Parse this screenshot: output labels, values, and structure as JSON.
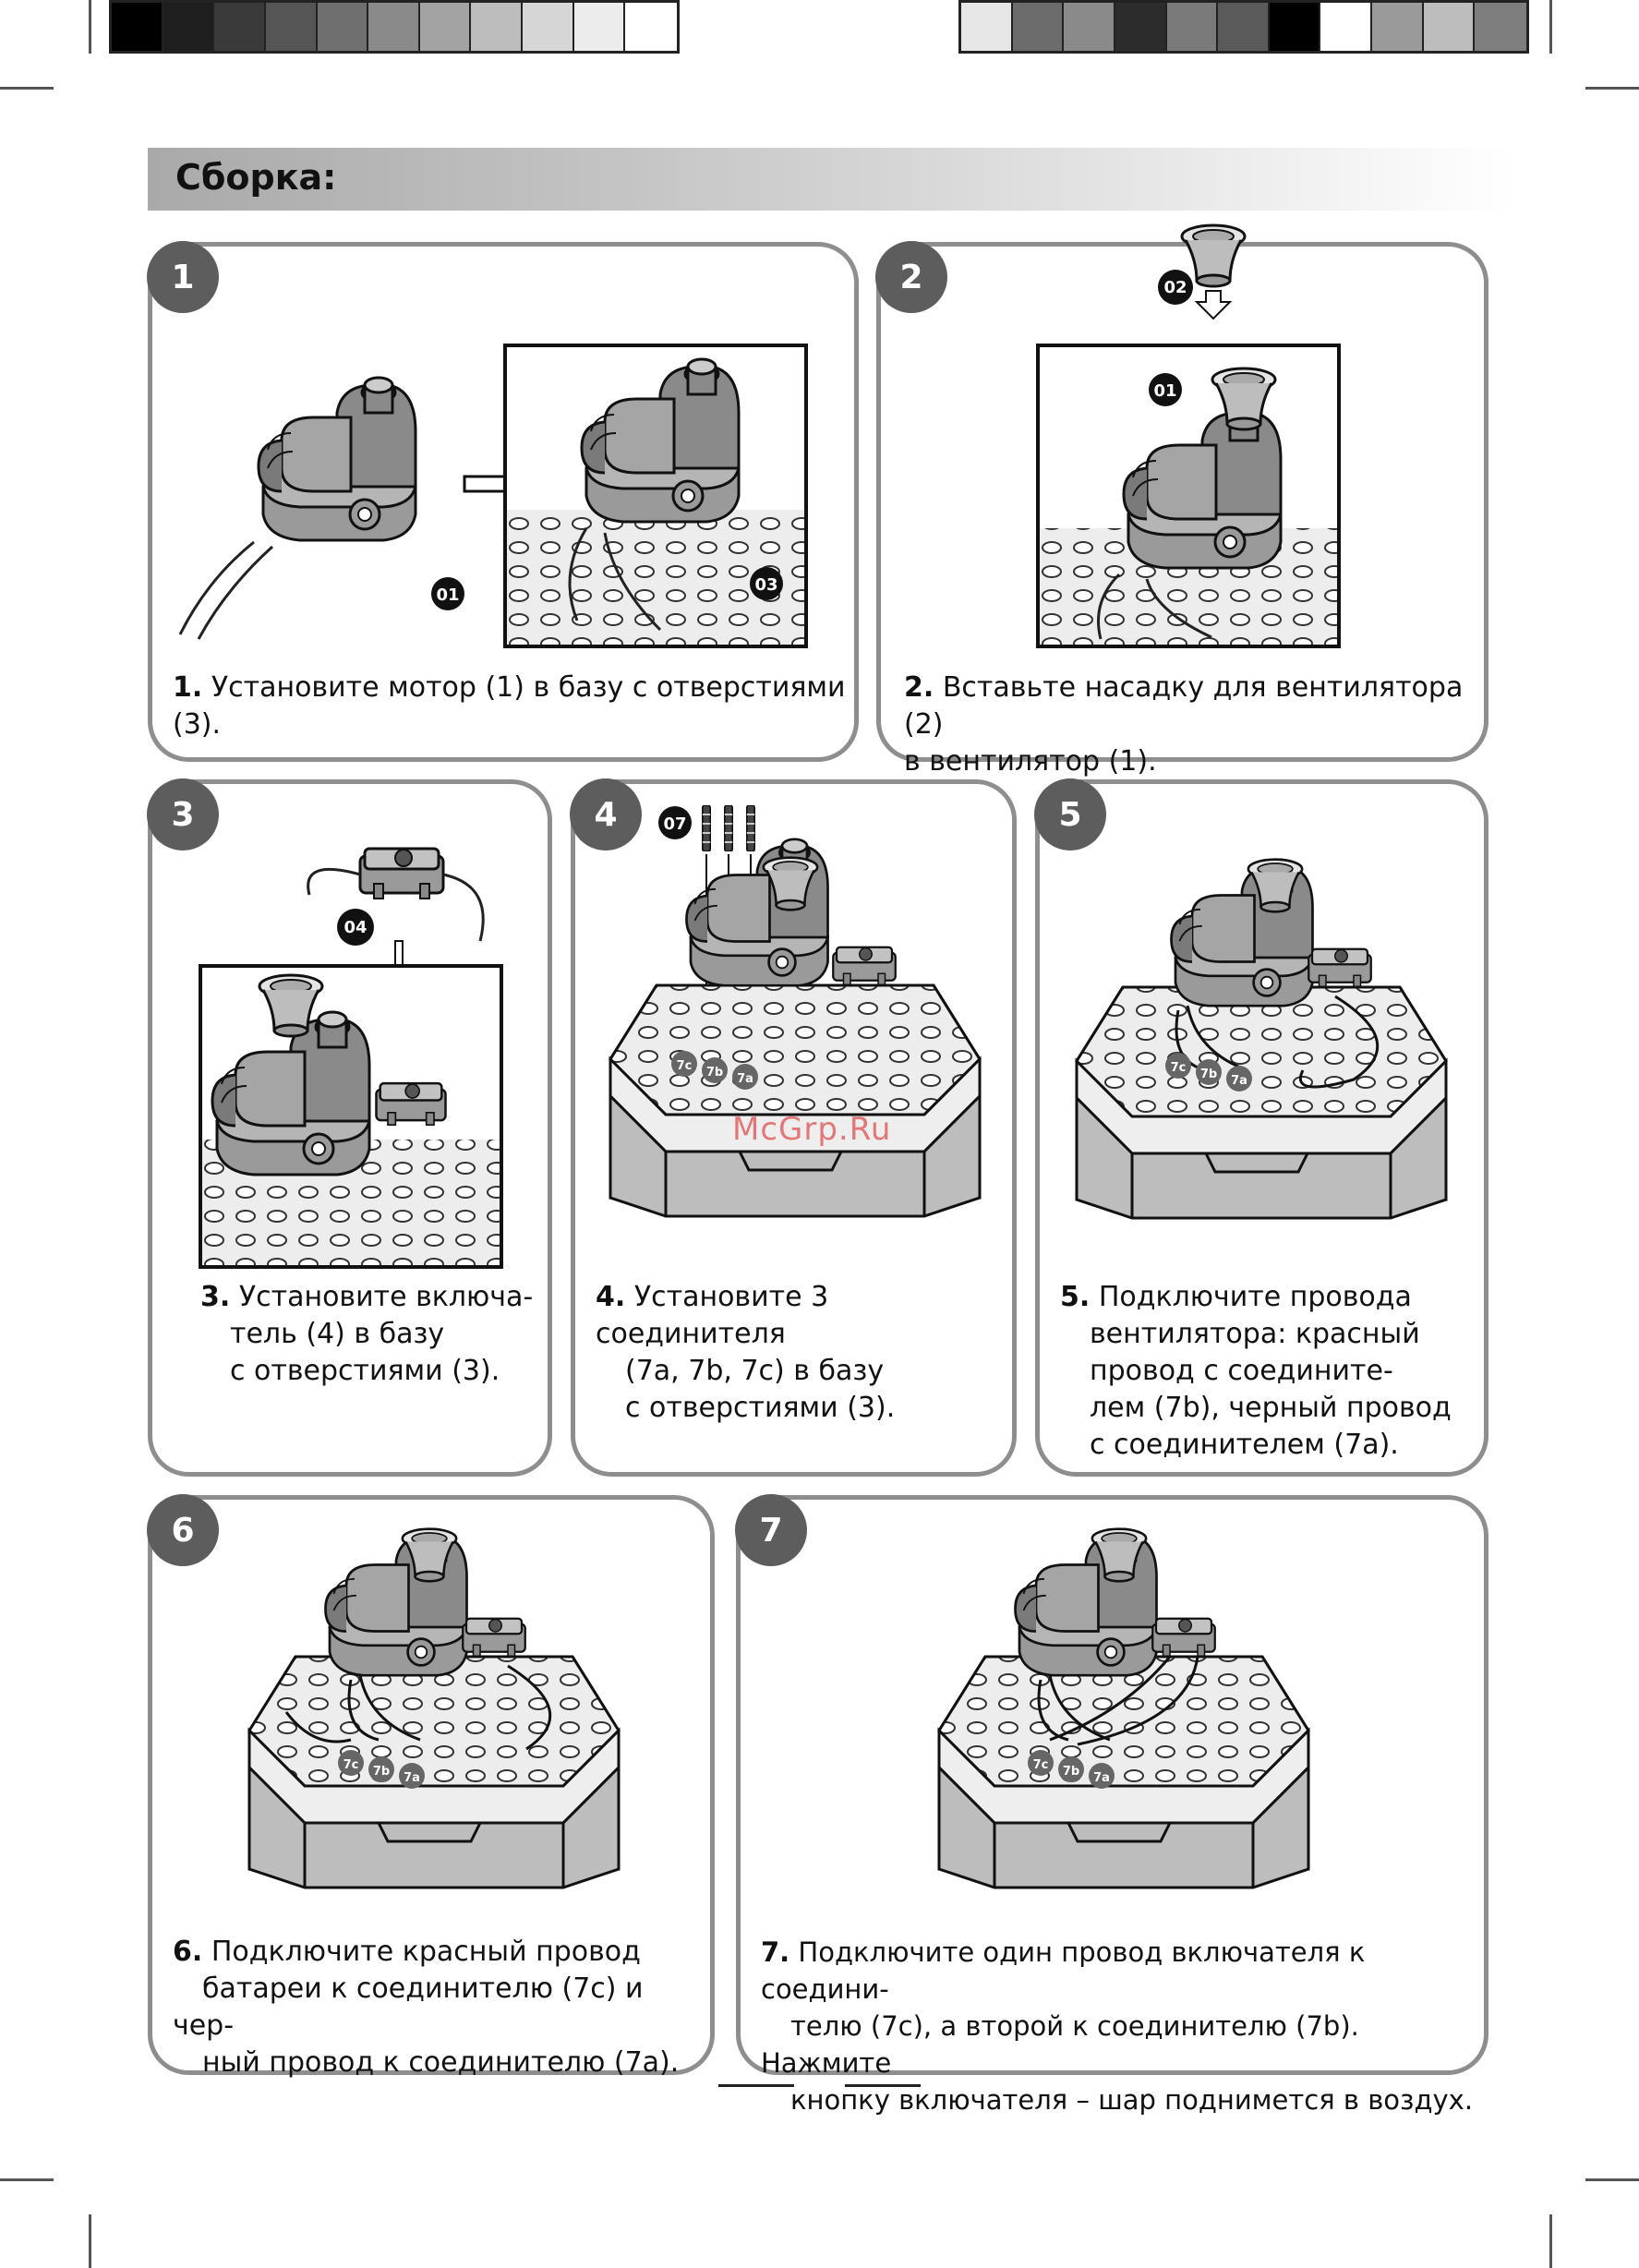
{
  "calibration": {
    "left_swatches": [
      "#000000",
      "#1e1e1e",
      "#3a3a3a",
      "#555555",
      "#6f6f6f",
      "#8a8a8a",
      "#a3a3a3",
      "#bdbdbd",
      "#d6d6d6",
      "#ececec",
      "#ffffff"
    ],
    "right_swatches": [
      "#e6e6e6",
      "#6c6c6c",
      "#8a8a8a",
      "#2c2c2c",
      "#7a7a7a",
      "#5a5a5a",
      "#000000",
      "#ffffff",
      "#9a9a9a",
      "#bdbdbd",
      "#7e7e7e"
    ]
  },
  "header": {
    "title": "Сборка:"
  },
  "steps": [
    {
      "number": "1",
      "num_label": "1.",
      "lines": [
        "Установите мотор (1) в базу с отверстиями (3)."
      ],
      "part_labels": [
        "01",
        "03"
      ]
    },
    {
      "number": "2",
      "num_label": "2.",
      "lines": [
        "Вставьте насадку для вентилятора (2)",
        "в вентилятор (1)."
      ],
      "part_labels": [
        "02",
        "01"
      ]
    },
    {
      "number": "3",
      "num_label": "3.",
      "lines": [
        "Установите включа-",
        "тель (4) в базу",
        "с отверстиями (3)."
      ],
      "part_labels": [
        "04"
      ]
    },
    {
      "number": "4",
      "num_label": "4.",
      "lines": [
        "Установите 3 соединителя",
        "(7a, 7b, 7c) в базу",
        "с отверстиями (3)."
      ],
      "part_labels": [
        "07",
        "7c",
        "7b",
        "7a"
      ]
    },
    {
      "number": "5",
      "num_label": "5.",
      "lines": [
        "Подключите провода",
        "вентилятора: красный",
        "провод с соедините-",
        "лем (7b), черный провод",
        "с соединителем (7a)."
      ],
      "part_labels": [
        "7c",
        "7b",
        "7a"
      ]
    },
    {
      "number": "6",
      "num_label": "6.",
      "lines": [
        "Подключите красный провод",
        "батареи к соединителю (7c) и чер-",
        "ный провод к соединителю (7a)."
      ],
      "part_labels": [
        "7c",
        "7b",
        "7a"
      ]
    },
    {
      "number": "7",
      "num_label": "7.",
      "lines": [
        "Подключите один провод включателя к соедини-",
        "телю (7c), а второй к соединителю (7b). Нажмите",
        "кнопку включателя – шар поднимется в воздух."
      ],
      "part_labels": [
        "7c",
        "7b",
        "7a"
      ]
    }
  ],
  "watermark": "McGrp.Ru"
}
